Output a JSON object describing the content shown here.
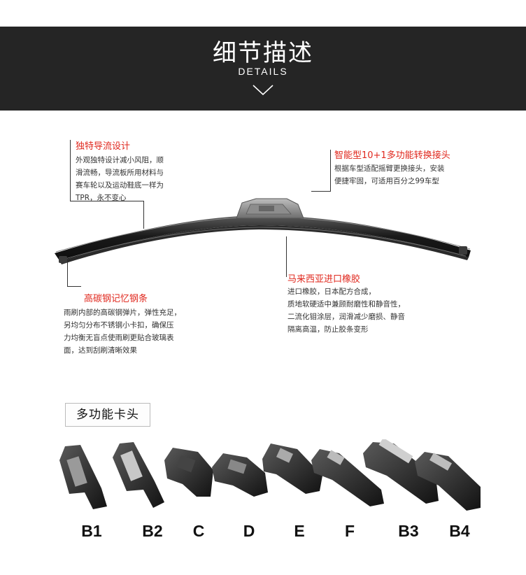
{
  "header": {
    "title": "细节描述",
    "subtitle": "DETAILS",
    "background": "#252525"
  },
  "annotations": {
    "aero": {
      "title": "独特导流设计",
      "lines": [
        "外观独特设计减小风阻，顺",
        "滑流畅，导流板所用材料与",
        "赛车轮以及运动鞋底一样为",
        "TPR，永不变心"
      ]
    },
    "connector": {
      "title": "智能型10+1多功能转换接头",
      "lines": [
        "根据车型适配摇臂更换接头，安装",
        "便捷牢固，可适用百分之99车型"
      ]
    },
    "rubber": {
      "title": "马来西亚进口橡胶",
      "lines": [
        "进口橡胶，日本配方合成，",
        "质地软硬适中兼顾耐磨性和静音性，",
        "二流化钼涂层，润滑减少磨损、静音",
        "隔离高温，防止胶条变形"
      ]
    },
    "steel": {
      "title": "高碳钢记忆钢条",
      "lines": [
        "雨刷内部的高碳钢弹片，弹性充足，",
        "另均匀分布不锈钢小卡扣，确保压",
        "力均衡无盲点使雨刷更贴合玻璃表",
        "面，达到刮刷清晰效果"
      ]
    }
  },
  "accent_color": "#e0281e",
  "multi": {
    "label": "多功能卡头"
  },
  "adapters": [
    {
      "label": "B1",
      "icon": "adapter-b1-icon"
    },
    {
      "label": "B2",
      "icon": "adapter-b2-icon"
    },
    {
      "label": "C",
      "icon": "adapter-c-icon"
    },
    {
      "label": "D",
      "icon": "adapter-d-icon"
    },
    {
      "label": "E",
      "icon": "adapter-e-icon"
    },
    {
      "label": "F",
      "icon": "adapter-f-icon"
    },
    {
      "label": "B3",
      "icon": "adapter-b3-icon"
    },
    {
      "label": "B4",
      "icon": "adapter-b4-icon"
    }
  ]
}
